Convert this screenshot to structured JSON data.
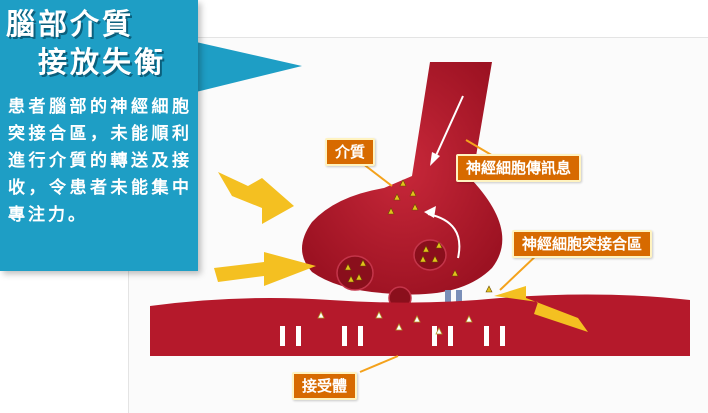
{
  "callout": {
    "title_line1": "腦部介質",
    "title_line2": "接放失衡",
    "body": "患者腦部的神經細胞突接合區，未能順利進行介質的轉送及接收，令患者未能集中專注力。"
  },
  "labels": {
    "transmitter": "介質",
    "neuron_signal": "神經細胞傳訊息",
    "synapse": "神經細胞突接合區",
    "receptor": "接受體"
  },
  "colors": {
    "callout_bg": "#1e9ec5",
    "label_bg": "#d76a00",
    "neuron": "#b5192b",
    "arrow": "#f4c021",
    "vesicle_dot": "#e2c21c"
  }
}
